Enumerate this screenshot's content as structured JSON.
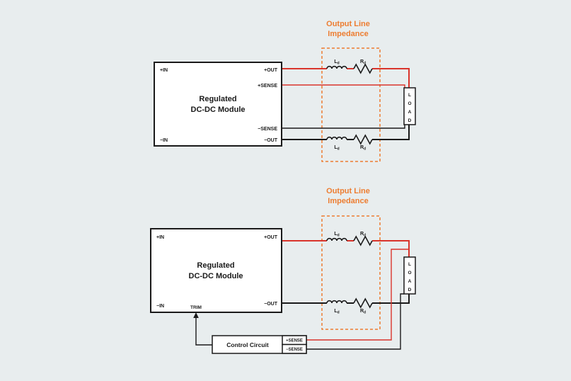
{
  "colors": {
    "background": "#e8edee",
    "accent_orange": "#ED7D31",
    "wire_red": "#D9342B",
    "wire_black": "#1a1a1a"
  },
  "diagram1": {
    "impedance_title_line1": "Output Line",
    "impedance_title_line2": "Impedance",
    "module": {
      "title_line1": "Regulated",
      "title_line2": "DC-DC Module",
      "pin_in_pos": "+IN",
      "pin_in_neg": "−IN",
      "pin_out_pos": "+OUT",
      "pin_sense_pos": "+SENSE",
      "pin_sense_neg": "−SENSE",
      "pin_out_neg": "−OUT"
    },
    "components": {
      "inductor_top": {
        "name": "L",
        "sub": "d"
      },
      "resistor_top": {
        "name": "R",
        "sub": "d"
      },
      "inductor_bottom": {
        "name": "L",
        "sub": "d"
      },
      "resistor_bottom": {
        "name": "R",
        "sub": "d"
      }
    },
    "load_letters": [
      "L",
      "O",
      "A",
      "D"
    ]
  },
  "diagram2": {
    "impedance_title_line1": "Output Line",
    "impedance_title_line2": "Impedance",
    "module": {
      "title_line1": "Regulated",
      "title_line2": "DC-DC Module",
      "pin_in_pos": "+IN",
      "pin_in_neg": "−IN",
      "pin_out_pos": "+OUT",
      "pin_out_neg": "−OUT",
      "pin_trim": "TRIM"
    },
    "components": {
      "inductor_top": {
        "name": "L",
        "sub": "d"
      },
      "resistor_top": {
        "name": "R",
        "sub": "d"
      },
      "inductor_bottom": {
        "name": "L",
        "sub": "d"
      },
      "resistor_bottom": {
        "name": "R",
        "sub": "d"
      }
    },
    "load_letters": [
      "L",
      "O",
      "A",
      "D"
    ],
    "control": {
      "label": "Control Circuit",
      "sense_pos": "+SENSE",
      "sense_neg": "−SENSE"
    }
  }
}
